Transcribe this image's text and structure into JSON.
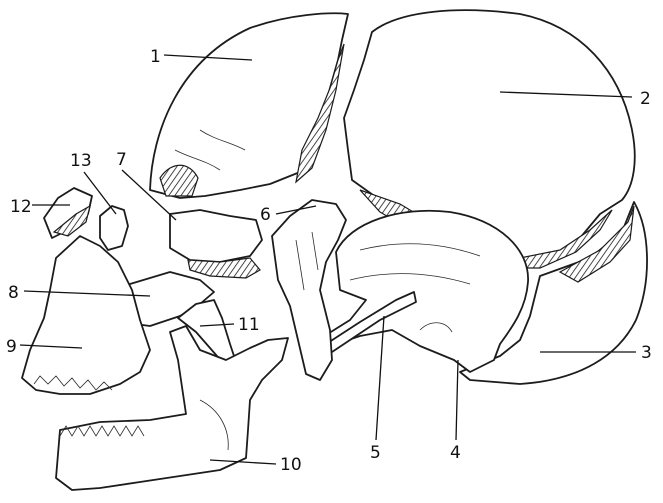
{
  "labels": {
    "l1": "1",
    "l2": "2",
    "l3": "3",
    "l4": "4",
    "l5": "5",
    "l6": "6",
    "l7": "7",
    "l8": "8",
    "l9": "9",
    "l10": "10",
    "l11": "11",
    "l12": "12",
    "l13": "13"
  },
  "colors": {
    "ink": "#1c1c1c",
    "paper": "#ffffff"
  }
}
